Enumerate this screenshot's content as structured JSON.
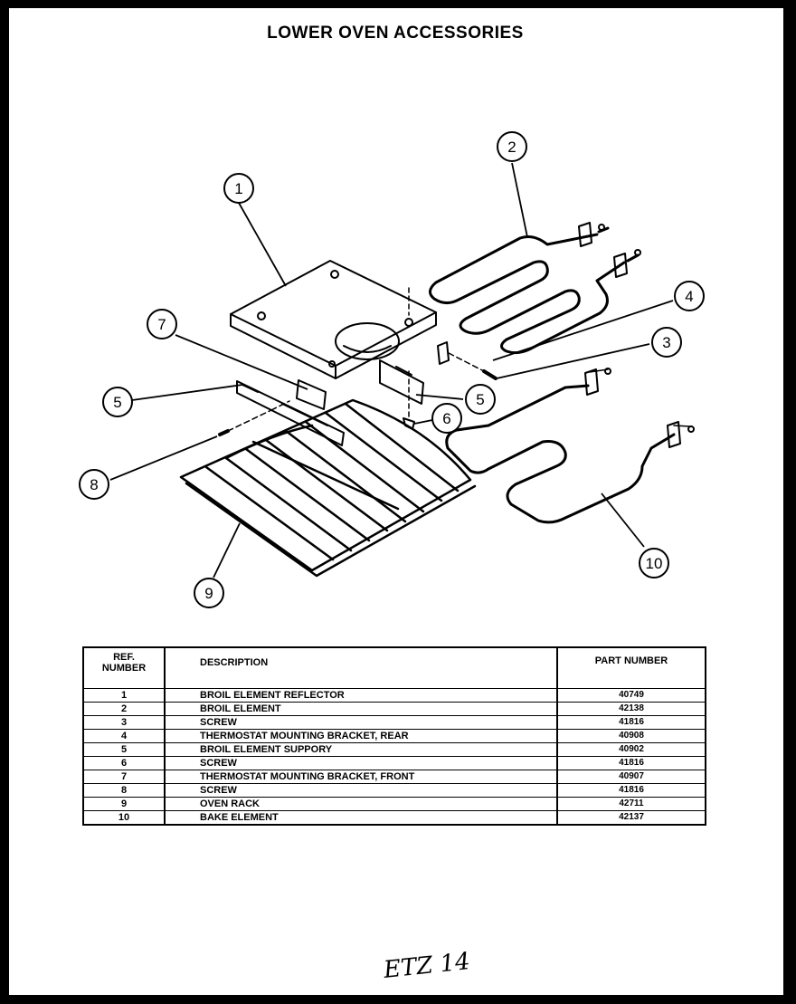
{
  "title": "LOWER OVEN ACCESSORIES",
  "callouts": [
    "1",
    "2",
    "3",
    "4",
    "5",
    "5",
    "6",
    "7",
    "8",
    "9",
    "10"
  ],
  "table": {
    "headers": {
      "ref": "REF.\nNUMBER",
      "description": "DESCRIPTION",
      "part": "PART NUMBER"
    },
    "rows": [
      {
        "ref": "1",
        "description": "BROIL ELEMENT REFLECTOR",
        "part": "40749"
      },
      {
        "ref": "2",
        "description": "BROIL ELEMENT",
        "part": "42138"
      },
      {
        "ref": "3",
        "description": "SCREW",
        "part": "41816"
      },
      {
        "ref": "4",
        "description": "THERMOSTAT MOUNTING BRACKET, REAR",
        "part": "40908"
      },
      {
        "ref": "5",
        "description": "BROIL ELEMENT SUPPORY",
        "part": "40902"
      },
      {
        "ref": "6",
        "description": "SCREW",
        "part": "41816"
      },
      {
        "ref": "7",
        "description": "THERMOSTAT MOUNTING BRACKET, FRONT",
        "part": "40907"
      },
      {
        "ref": "8",
        "description": "SCREW",
        "part": "41816"
      },
      {
        "ref": "9",
        "description": "OVEN RACK",
        "part": "42711"
      },
      {
        "ref": "10",
        "description": "BAKE ELEMENT",
        "part": "42137"
      }
    ]
  },
  "signature": "ETZ 14"
}
